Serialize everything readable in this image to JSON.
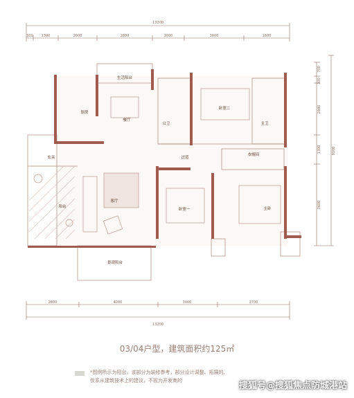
{
  "dimensions": {
    "top_total": "13200",
    "top_segments": [
      "300",
      "1300",
      "2000",
      "2800",
      "1600",
      "3000",
      "1600"
    ],
    "right_segments": [
      "700",
      "300",
      "2600",
      "1300",
      "3600"
    ],
    "right_total": "9100",
    "bottom_segments": [
      "2800",
      "4000",
      "3000",
      "3700"
    ],
    "bottom_total": "13200"
  },
  "rooms": {
    "service_balcony": "生活阳台",
    "kitchen": "厨房",
    "dining": "餐厅",
    "public_bath": "公卫",
    "bedroom2": "卧室二",
    "master_bath": "主卫",
    "entrance": "玄关",
    "corridor": "过道",
    "wardrobe": "衣帽间",
    "living": "客厅",
    "bedroom1": "卧室一",
    "master_bedroom": "主卧",
    "balcony": "阳台",
    "view_balcony": "景观阳台"
  },
  "caption": "03/04户型，建筑面积约125㎡",
  "note_line1": "*图例所示为阳台，该部分为装修参考，部分设计调整、拓展的,",
  "note_line2": "仅系从建筑技术上的建议，不视为开发商的",
  "watermark": "搜狐号@搜狐焦点防城港站"
}
